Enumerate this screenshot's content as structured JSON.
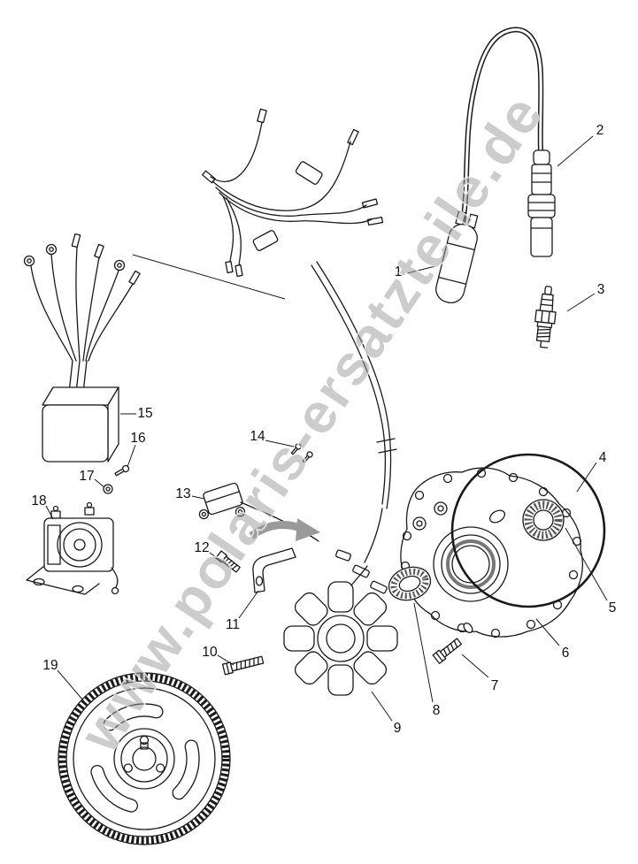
{
  "diagram": {
    "watermark": "www.polaris-ersatzteile.de",
    "colors": {
      "background": "#ffffff",
      "line": "#1a1a1a",
      "watermark": "#999999",
      "arrow": "#9a9a9a"
    },
    "callouts": [
      "1",
      "2",
      "3",
      "4",
      "5",
      "6",
      "7",
      "8",
      "9",
      "10",
      "11",
      "12",
      "13",
      "14",
      "15",
      "16",
      "17",
      "18",
      "19"
    ]
  }
}
